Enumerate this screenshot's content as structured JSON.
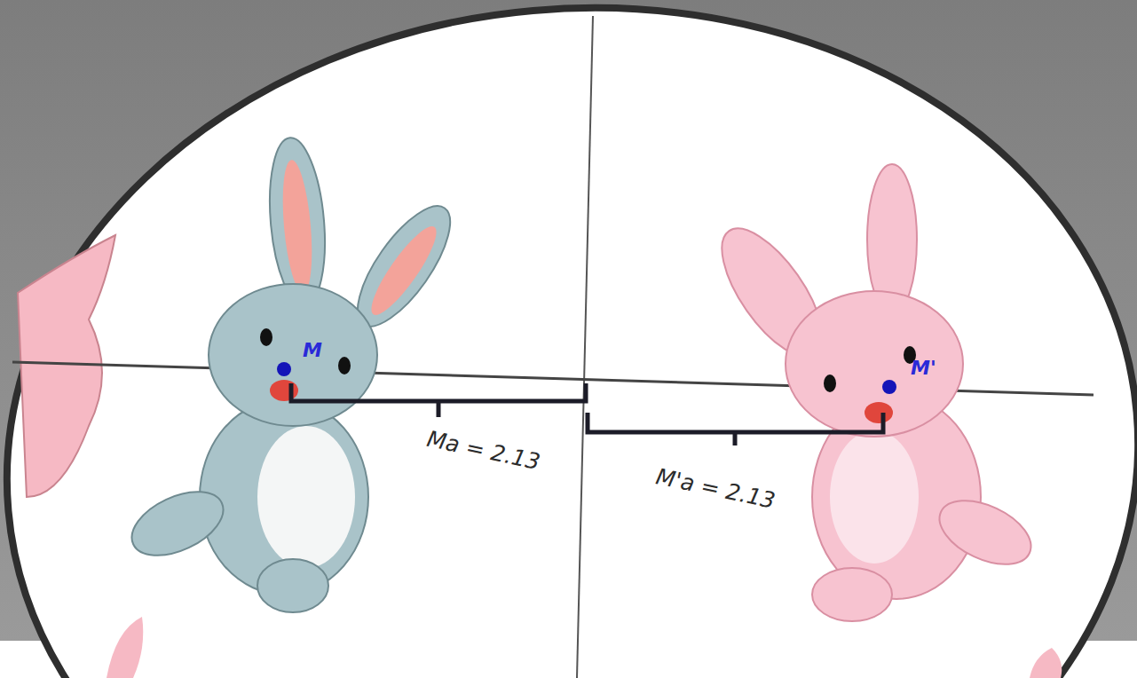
{
  "diagram": {
    "labels": [
      "M",
      "M'",
      "Ma = 2.13",
      "M'a = 2.13"
    ]
  }
}
